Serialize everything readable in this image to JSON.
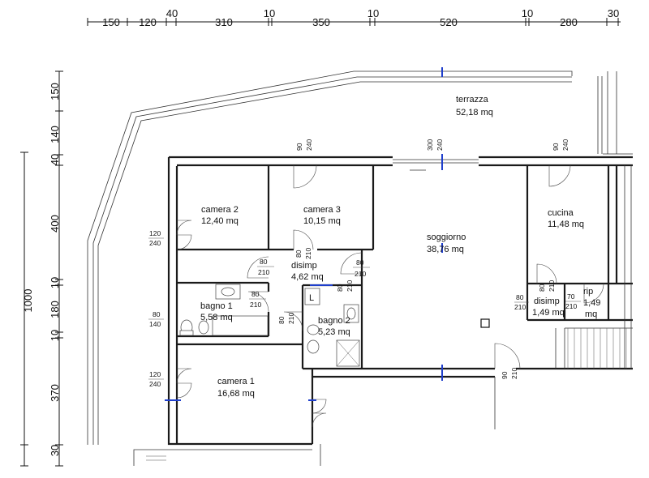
{
  "rooms": {
    "terrazza": {
      "name": "terrazza",
      "area": "52,18 mq"
    },
    "camera2": {
      "name": "camera 2",
      "area": "12,40 mq"
    },
    "camera3": {
      "name": "camera 3",
      "area": "10,15 mq"
    },
    "soggiorno": {
      "name": "soggiorno",
      "area": "38,76 mq"
    },
    "cucina": {
      "name": "cucina",
      "area": "11,48 mq"
    },
    "disimp1": {
      "name": "disimp",
      "area": "4,62 mq"
    },
    "bagno1": {
      "name": "bagno 1",
      "area": "5,58 mq"
    },
    "bagno2": {
      "name": "bagno 2",
      "area": "5,23 mq"
    },
    "disimp2": {
      "name": "disimp",
      "area": "1,49 mq"
    },
    "rip": {
      "name": "rip",
      "area_num": "1,49",
      "area_unit": "mq"
    },
    "camera1": {
      "name": "camera 1",
      "area": "16,68 mq"
    }
  },
  "top_dims": [
    "150",
    "120",
    "40",
    "310",
    "10",
    "350",
    "10",
    "520",
    "10",
    "280",
    "30"
  ],
  "left_dims": [
    "150",
    "140",
    "40",
    "400",
    "10",
    "180",
    "10",
    "370",
    "30"
  ],
  "total_height": "1000",
  "door_dims": {
    "d90_240_a": {
      "w": "90",
      "h": "240"
    },
    "d300_240": {
      "w": "300",
      "h": "240"
    },
    "d90_240_b": {
      "w": "90",
      "h": "240"
    },
    "d120_240_a": {
      "w": "120",
      "h": "240"
    },
    "d80_210_a": {
      "w": "80",
      "h": "210"
    },
    "d80_210_b": {
      "w": "80",
      "h": "210"
    },
    "d80_210_c": {
      "w": "80",
      "h": "210"
    },
    "d80_210_d": {
      "w": "80",
      "h": "210"
    },
    "d80_210_e": {
      "w": "80",
      "h": "210"
    },
    "d80_210_f": {
      "w": "80",
      "h": "210"
    },
    "d80_210_g": {
      "w": "80",
      "h": "210"
    },
    "d70_210": {
      "w": "70",
      "h": "210"
    },
    "d90_210": {
      "w": "90",
      "h": "210"
    },
    "w80_140": {
      "w": "80",
      "h": "140"
    },
    "d120_240_b": {
      "w": "120",
      "h": "240"
    }
  },
  "symbols": {
    "lift": "L"
  }
}
